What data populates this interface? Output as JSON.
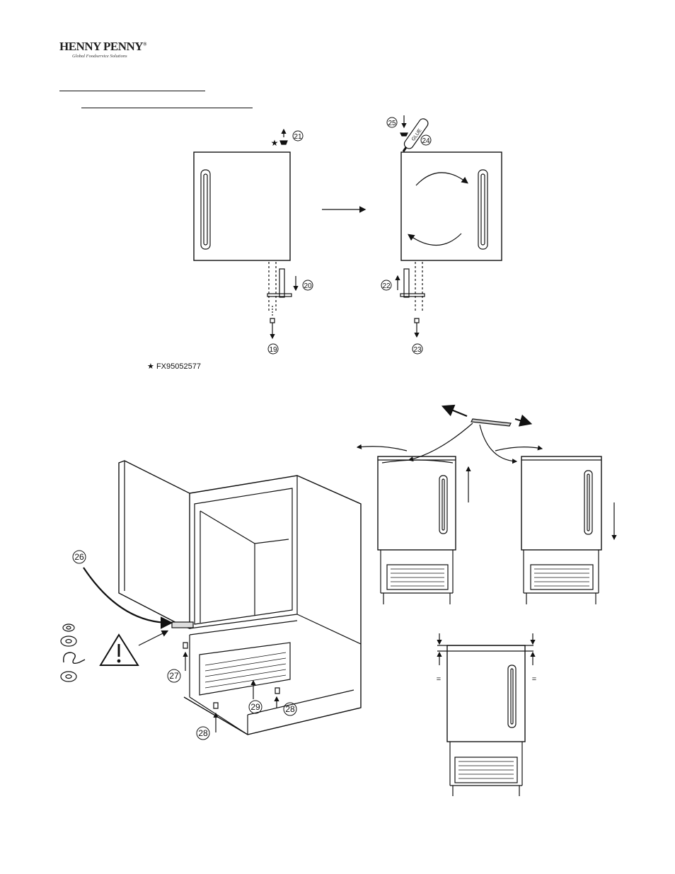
{
  "brand": {
    "name": "HENNY PENNY",
    "registered": "®",
    "tagline": "Global Foodservice Solutions"
  },
  "figure_top": {
    "callouts": [
      "21",
      "20",
      "19",
      "25",
      "24",
      "22",
      "23"
    ],
    "glue_label": "GLUE",
    "part_note": "FX95052577",
    "part_marker": "★"
  },
  "figure_bottom": {
    "callouts": [
      "26",
      "27",
      "29",
      "28",
      "28"
    ],
    "warning_icon": "warning-triangle-icon",
    "equal_mark": "="
  }
}
